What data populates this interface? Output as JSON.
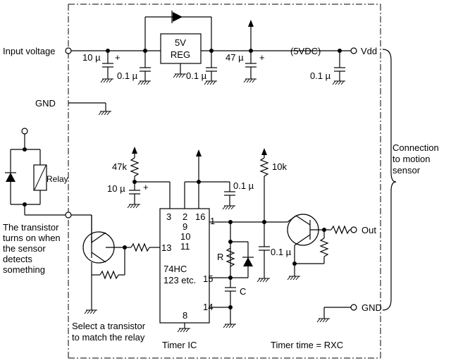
{
  "labels": {
    "input_voltage": "Input voltage",
    "gnd_left": "GND",
    "vdd": "Vdd",
    "vdd_note": "(5VDC)",
    "out": "Out",
    "gnd_right": "GND",
    "reg_line1": "5V",
    "reg_line2": "REG",
    "cap_10u_in": "10 µ",
    "cap_01u_a": "0.1 µ",
    "cap_01u_b": "0.1 µ",
    "cap_47u": "47 µ",
    "cap_01u_c": "0.1 µ",
    "res_47k": "47k",
    "cap_10u_ic": "10 µ",
    "cap_01u_ic": "0.1 µ",
    "res_10k": "10k",
    "cap_01u_out": "0.1 µ",
    "plus": "+",
    "relay": "Relay",
    "res_r": "R",
    "cap_c": "C",
    "ic_line1": "74HC",
    "ic_line2": "123 etc.",
    "timer_ic": "Timer IC",
    "timer_time": "Timer time = RXC",
    "motion_line1": "Connection",
    "motion_line2": "to motion",
    "motion_line3": "sensor",
    "transistor_line1": "The transistor",
    "transistor_line2": "turns on when",
    "transistor_line3": "the sensor",
    "transistor_line4": "detects",
    "transistor_line5": "something",
    "select_line1": "Select a transistor",
    "select_line2": "to match the relay"
  },
  "pins": {
    "p3": "3",
    "p2": "2",
    "p16": "16",
    "p9": "9",
    "p10": "10",
    "p11": "11",
    "p1": "1",
    "p13": "13",
    "p15": "15",
    "p14": "14",
    "p8": "8"
  }
}
